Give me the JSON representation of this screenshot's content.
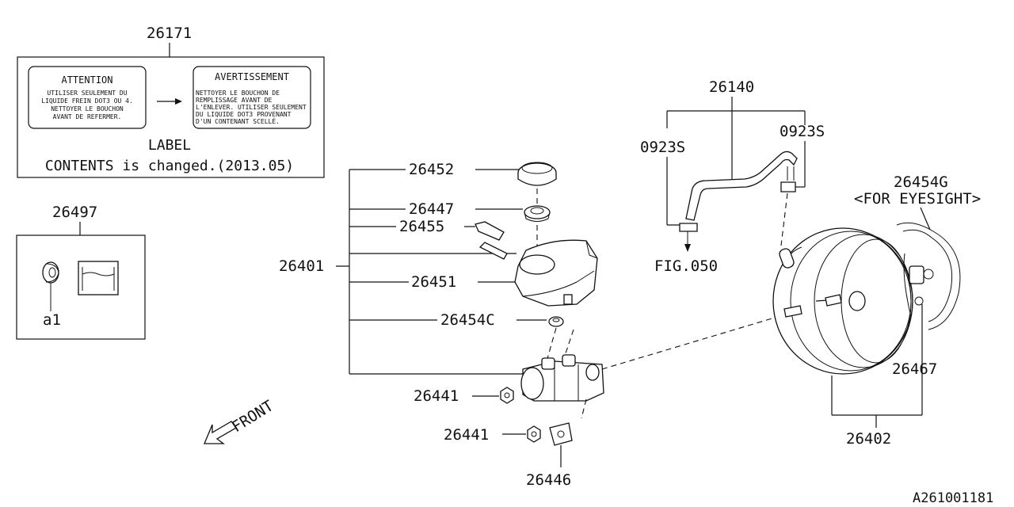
{
  "parts": {
    "p26171": "26171",
    "p26497": "26497",
    "pa1": "a1",
    "p26452": "26452",
    "p26447": "26447",
    "p26455": "26455",
    "p26401": "26401",
    "p26451": "26451",
    "p26454c": "26454C",
    "p26441a": "26441",
    "p26441b": "26441",
    "p26446": "26446",
    "p26140": "26140",
    "p0923s_left": "0923S",
    "p0923s_right": "0923S",
    "fig050": "FIG.050",
    "p26454g": "26454G",
    "for_eyesight": "<FOR EYESIGHT>",
    "p26467": "26467",
    "p26402": "26402"
  },
  "label_box": {
    "attention_title": "ATTENTION",
    "attention_lines": [
      "UTILISER SEULEMENT DU",
      "LIQUIDE FREIN DOT3 OU 4.",
      "NETTOYER LE BOUCHON",
      "AVANT DE REFERMER."
    ],
    "avertissement_title": "AVERTISSEMENT",
    "avertissement_lines": [
      "NETTOYER LE BOUCHON DE",
      "REMPLISSAGE AVANT DE",
      "L'ENLEVER. UTILISER SEULEMENT",
      "DU LIQUIDE DOT3 PROVENANT",
      "D'UN CONTENANT SCELLÉ."
    ],
    "label_caption": "LABEL",
    "contents_note": "CONTENTS is changed.(2013.05)"
  },
  "front_label": "FRONT",
  "diagram_id": "A261001181"
}
